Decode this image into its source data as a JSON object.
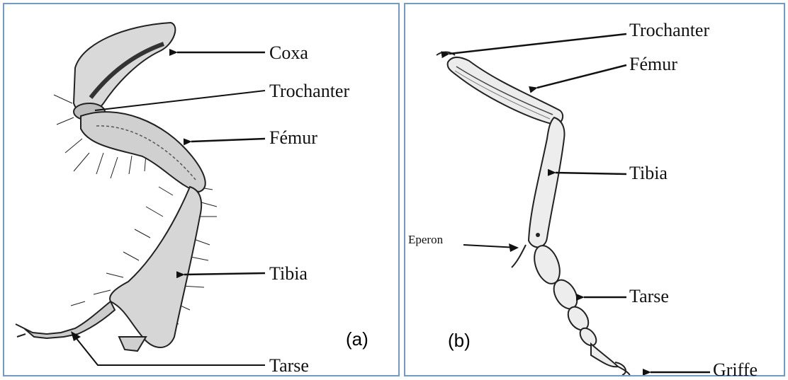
{
  "panel_a": {
    "tag": "(a)",
    "labels": {
      "coxa": "Coxa",
      "trochanter": "Trochanter",
      "femur": "Fémur",
      "tibia": "Tibia",
      "tarse": "Tarse"
    }
  },
  "panel_b": {
    "tag": "(b)",
    "labels": {
      "trochanter": "Trochanter",
      "femur": "Fémur",
      "tibia": "Tibia",
      "eperon": "Eperon",
      "tarse": "Tarse",
      "griffe": "Griffe"
    }
  },
  "colors": {
    "border": "#6f9bd1",
    "ink": "#111111",
    "fill": "#d9d9d9"
  }
}
